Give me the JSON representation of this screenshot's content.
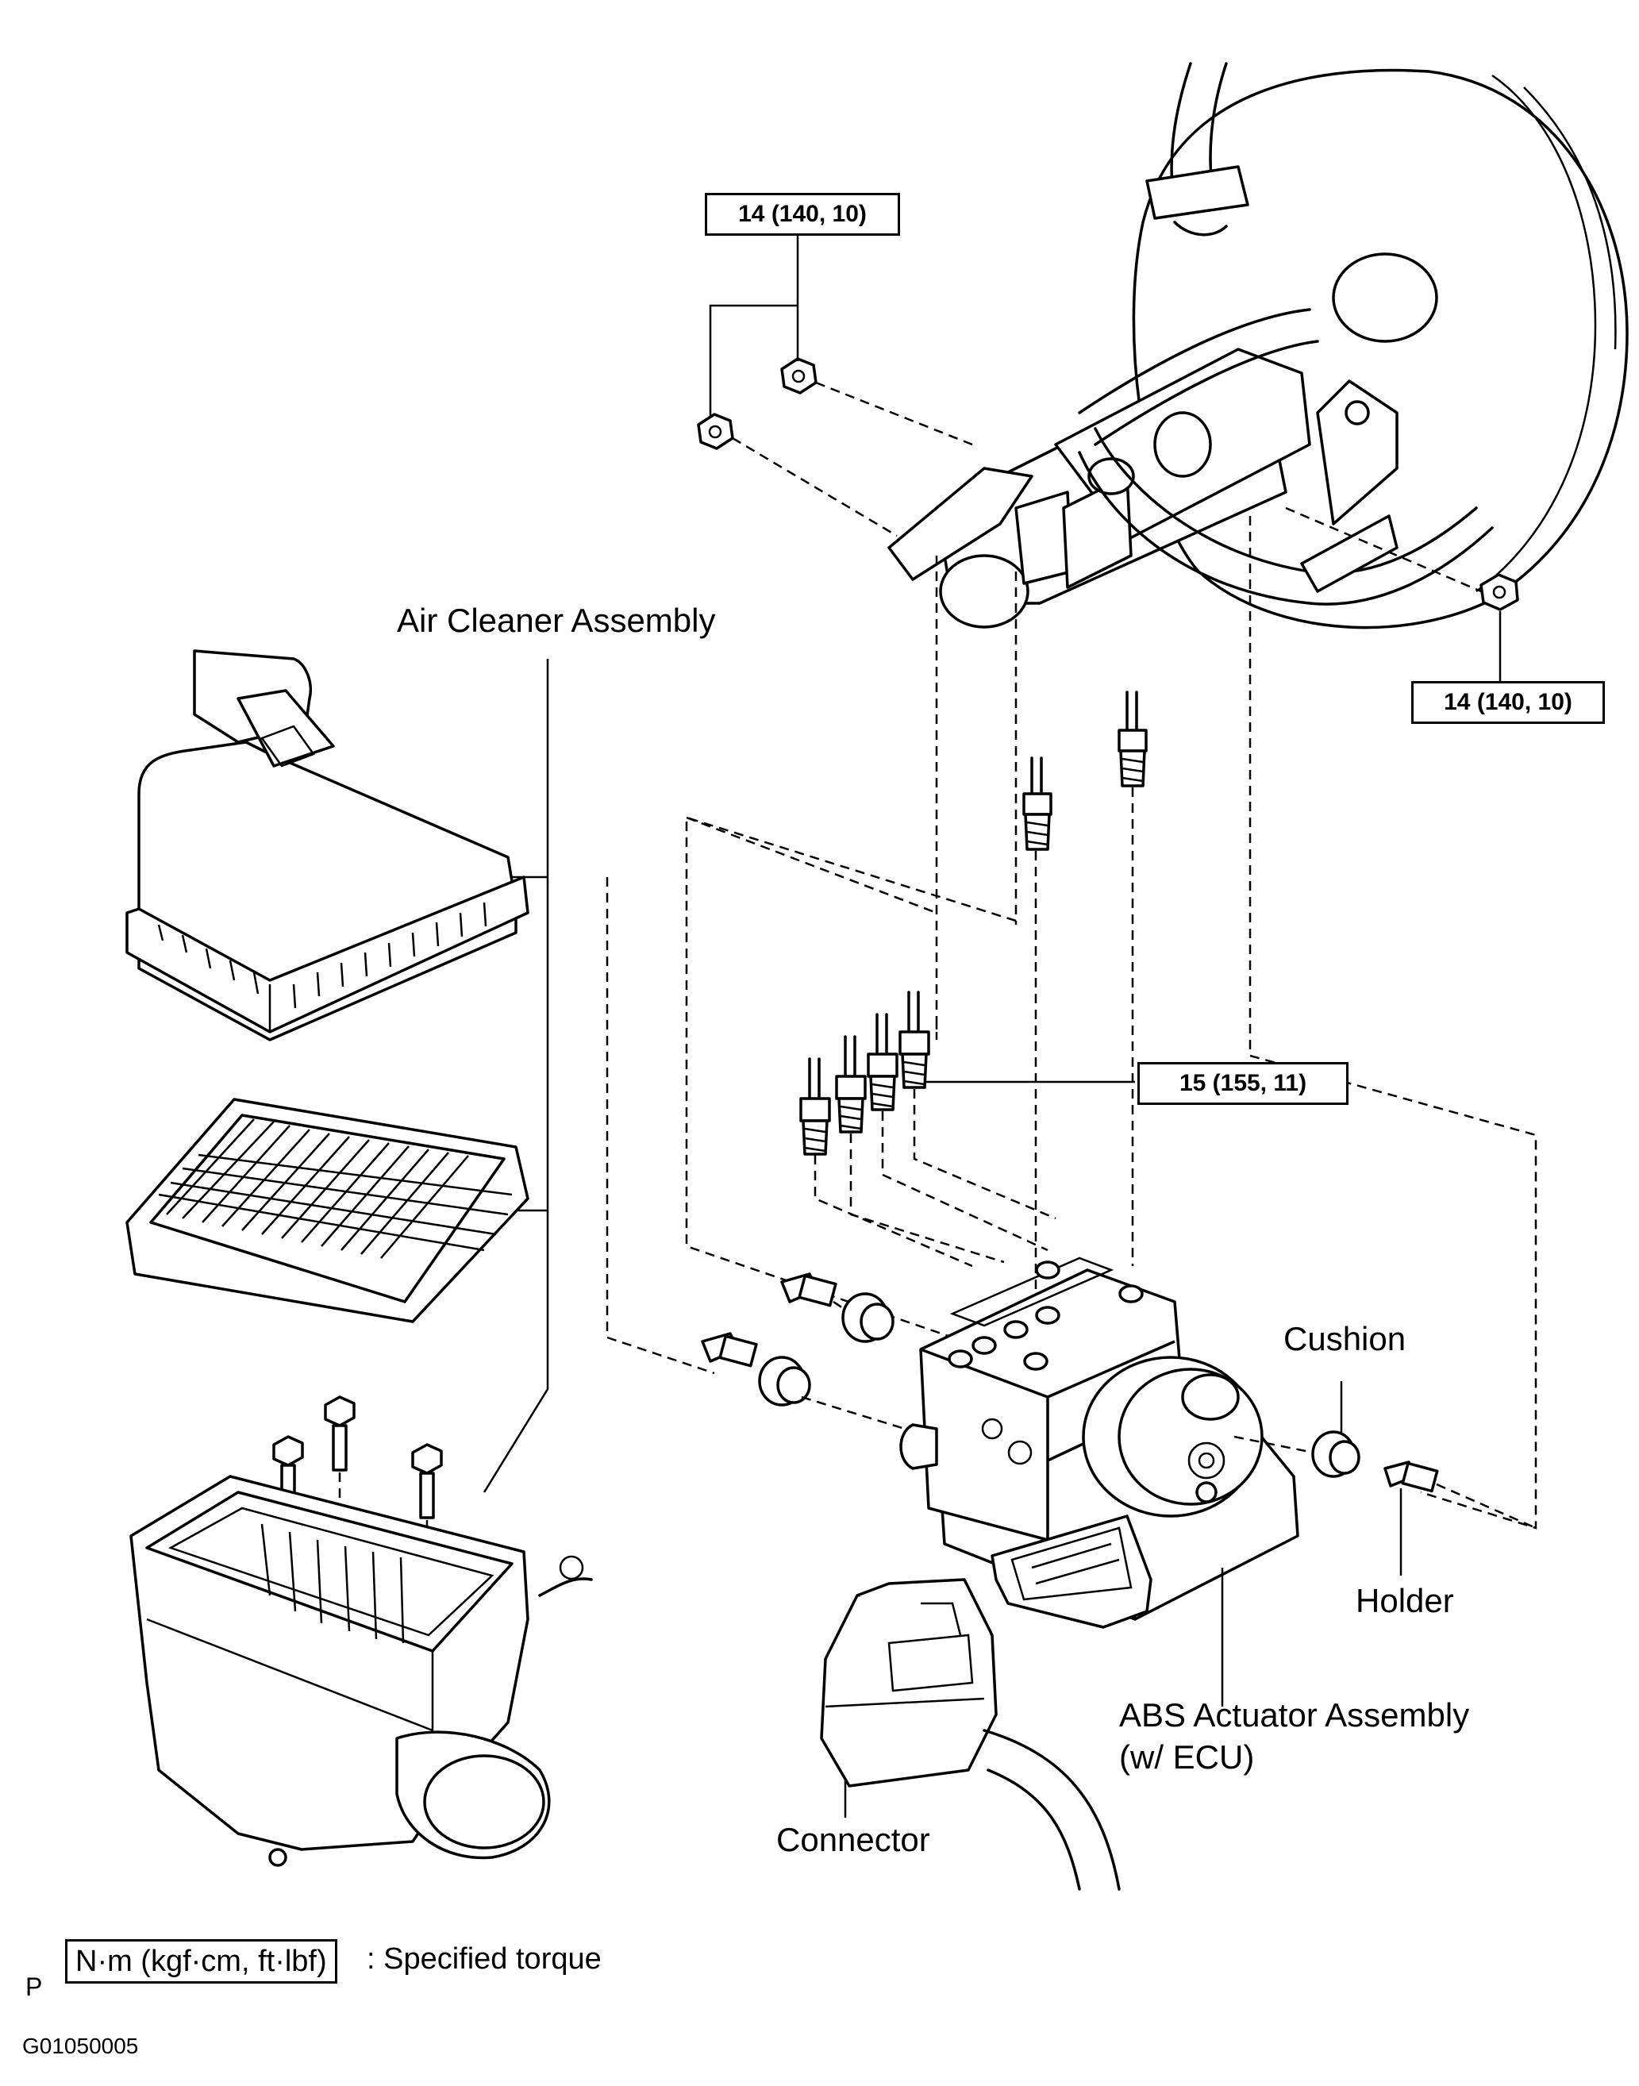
{
  "labels": {
    "air_cleaner_assembly": "Air Cleaner Assembly",
    "cushion": "Cushion",
    "holder": "Holder",
    "abs_actuator_line1": "ABS Actuator Assembly",
    "abs_actuator_line2": "(w/ ECU)",
    "connector": "Connector"
  },
  "torque_specs": {
    "upper_bracket_nuts": "14 (140, 10)",
    "right_bracket_nut": "14 (140, 10)",
    "brake_line_flare_nuts": "15 (155, 11)"
  },
  "legend": {
    "box_text": "N·m (kgf·cm, ft·lbf)",
    "description": ": Specified torque",
    "prefix": "P"
  },
  "figure_code": "G01050005"
}
